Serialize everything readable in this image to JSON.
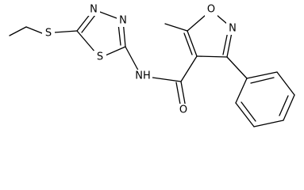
{
  "molecule": {
    "atoms": {
      "s_thioether": "S",
      "n_thiadiazole_1": "N",
      "n_thiadiazole_2": "N",
      "s_thiadiazole": "S",
      "o_isoxazole": "O",
      "n_isoxazole": "N",
      "nh_amide": "NH",
      "o_carbonyl": "O"
    }
  },
  "colors": {
    "bond": "#000000",
    "label": "#000000",
    "background": "#ffffff"
  }
}
